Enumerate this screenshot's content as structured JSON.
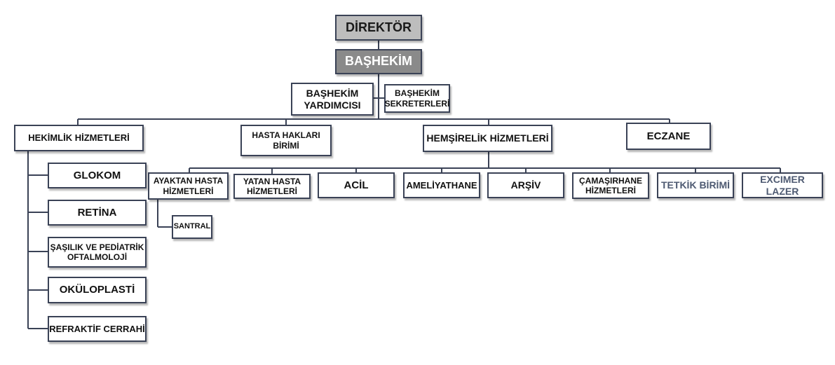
{
  "org_chart": {
    "director": "DİREKTÖR",
    "chief_physician": "BAŞHEKİM",
    "deputy_chief_physician": "BAŞHEKİM YARDIMCISI",
    "chief_physician_secretaries": "BAŞHEKİM SEKRETERLERİ",
    "medical_services": "HEKİMLİK HİZMETLERİ",
    "patient_rights_unit": "HASTA HAKLARI BİRİMİ",
    "nursing_services": "HEMŞİRELİK HİZMETLERİ",
    "pharmacy": "ECZANE",
    "medical_units": [
      "GLOKOM",
      "RETİNA",
      "ŞAŞILIK VE PEDİATRİK OFTALMOLOJİ",
      "OKÜLOPLASTİ",
      "REFRAKTİF CERRAHİ"
    ],
    "nursing_units": [
      "AYAKTAN HASTA HİZMETLERİ",
      "YATAN HASTA HİZMETLERİ",
      "ACİL",
      "AMELİYATHANE",
      "ARŞİV",
      "ÇAMAŞIRHANE HİZMETLERİ",
      "TETKİK BİRİMİ",
      "EXCIMER LAZER"
    ],
    "outpatient_sub_unit": "SANTRAL"
  },
  "colors": {
    "line": "#3a4256",
    "director_fill": "#bdbdbd",
    "chief_fill": "#8a8a8a",
    "slate_text": "#4e5a72"
  }
}
